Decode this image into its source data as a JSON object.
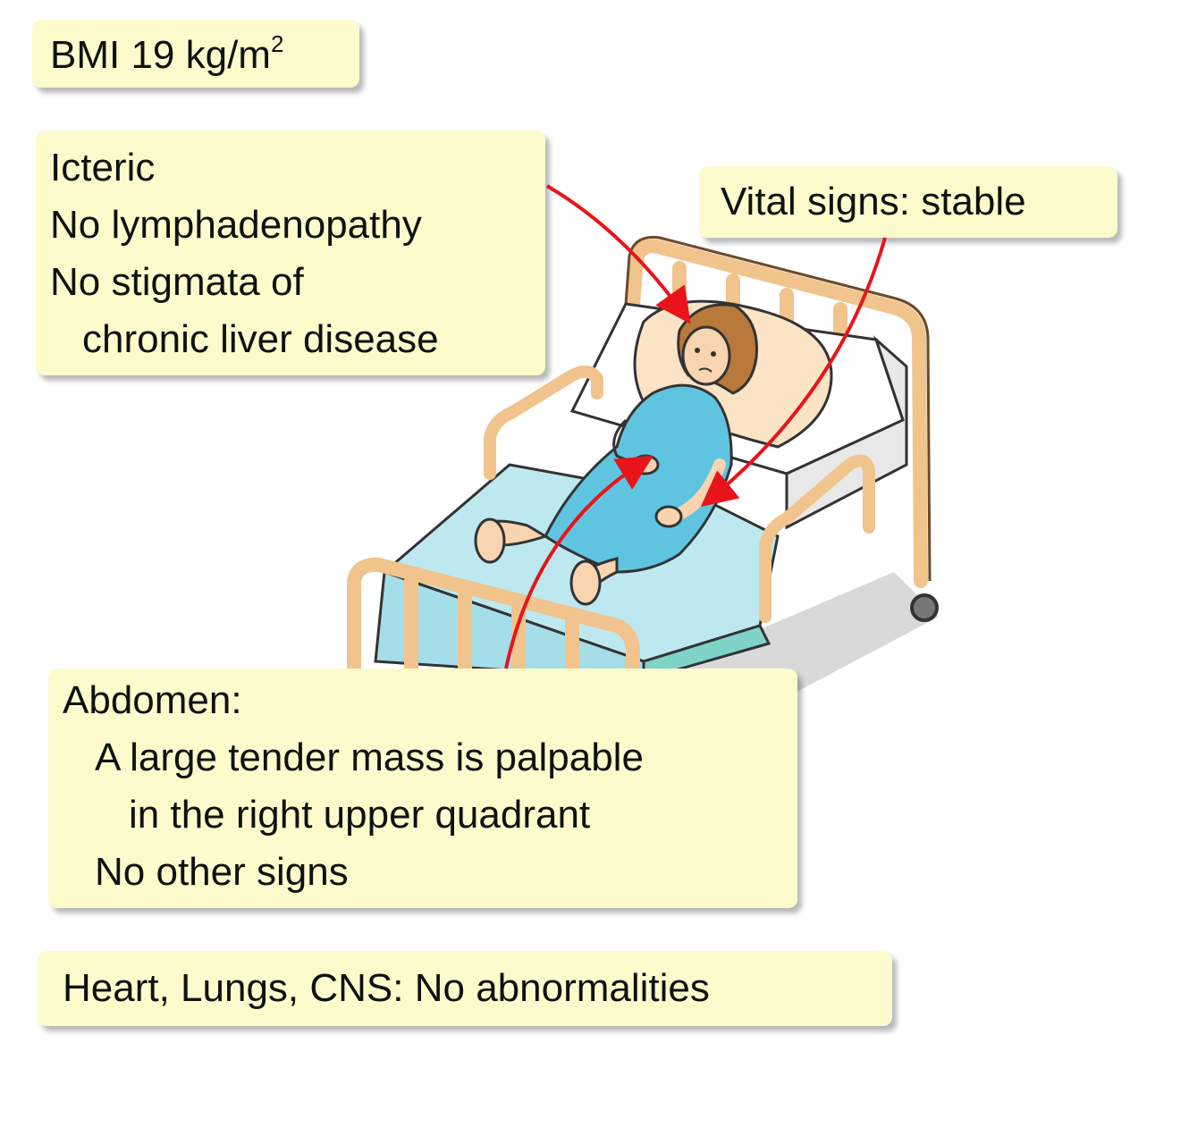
{
  "callouts": {
    "bmi": {
      "label": "BMI 19 kg/m",
      "sup": "2"
    },
    "head": {
      "lines": [
        "Icteric",
        "No lymphadenopathy",
        "No stigmata of",
        "chronic liver disease"
      ]
    },
    "vitals": {
      "text": "Vital signs: stable"
    },
    "abdomen": {
      "lines": [
        "Abdomen:",
        "A large tender mass is palpable",
        "in the right upper quadrant",
        "No other signs"
      ]
    },
    "systems": {
      "text": "Heart, Lungs, CNS: No abnormalities"
    }
  },
  "colors": {
    "callout_bg": "#fdfbcc",
    "arrow": "#e8141b",
    "bed_frame": "#f0c48c",
    "gown": "#5fc4e0",
    "sheet": "#bde8f0",
    "hair": "#b9793a"
  },
  "illustration": {
    "subject": "patient-lying-in-hospital-bed"
  }
}
